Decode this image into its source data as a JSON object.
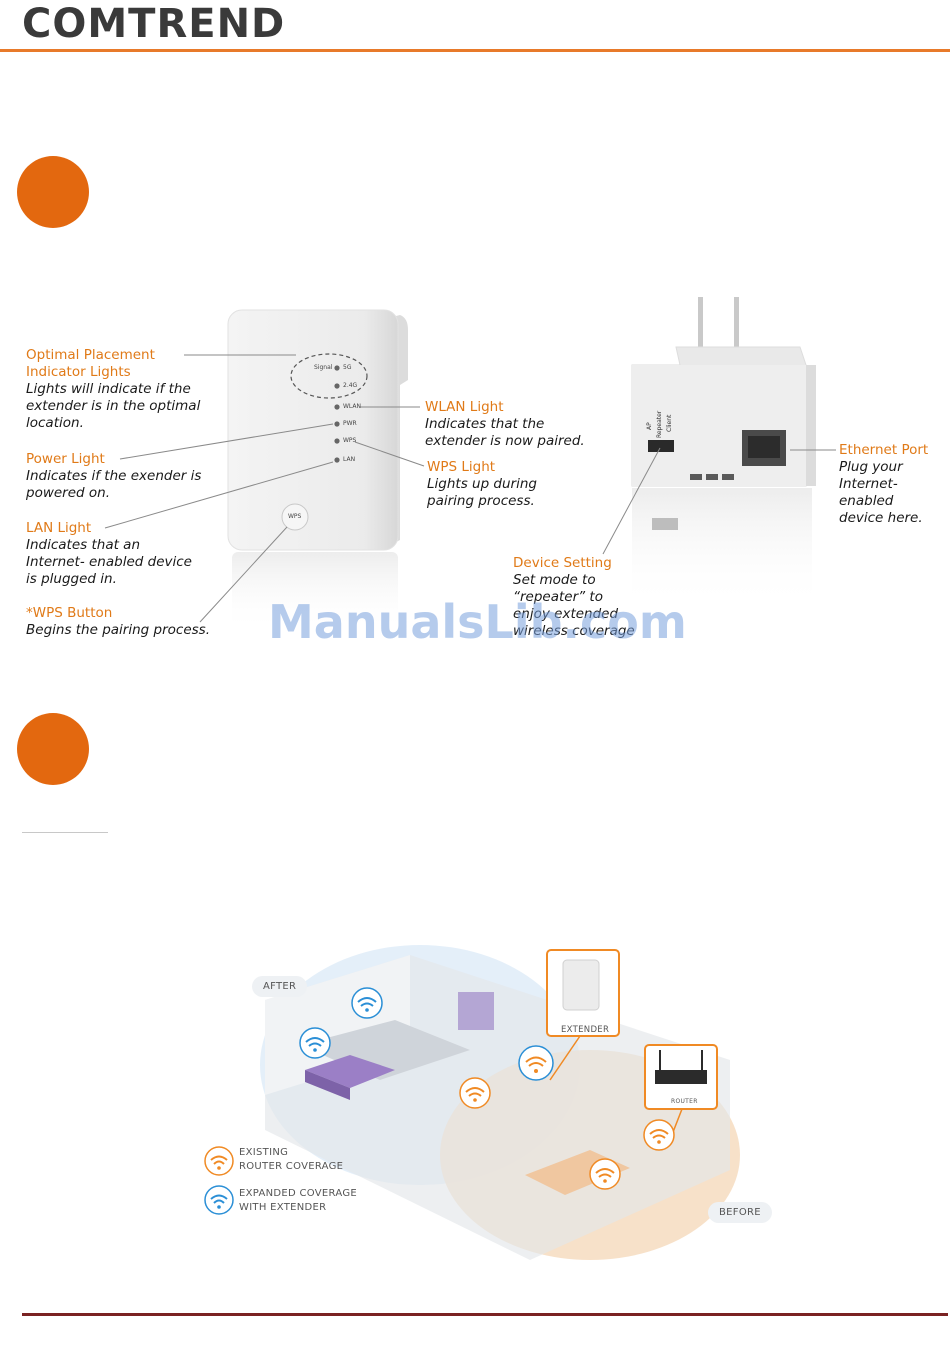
{
  "header": {
    "logo": "COMTREND"
  },
  "device_front": {
    "labels": {
      "signal": "Signal",
      "g5": "5G",
      "g24": "2.4G",
      "wlan": "WLAN",
      "pwr": "PWR",
      "wps": "WPS",
      "lan": "LAN",
      "wps_button": "WPS"
    },
    "callouts": {
      "optimal": {
        "title_1": "Optimal Placement",
        "title_2": "Indicator Lights",
        "desc_1": "Lights will indicate if the",
        "desc_2": "extender is in the optimal",
        "desc_3": "location."
      },
      "power": {
        "title": "Power Light",
        "desc_1": "Indicates if the exender is",
        "desc_2": "powered on."
      },
      "lan": {
        "title": "LAN Light",
        "desc_1": "Indicates that an",
        "desc_2": "Internet- enabled  device",
        "desc_3": "is plugged in."
      },
      "wps_button": {
        "title": "*WPS Button",
        "desc_1": "Begins the pairing process."
      },
      "wlan": {
        "title": "WLAN Light",
        "desc_1": "Indicates that the",
        "desc_2": "extender is now paired."
      },
      "wps_light": {
        "title": "WPS Light",
        "desc_1": "Lights up during",
        "desc_2": "pairing process."
      }
    }
  },
  "device_side": {
    "switch_labels": {
      "ap": "AP",
      "repeater": "Repeater",
      "client": "Client"
    },
    "callouts": {
      "ethernet": {
        "title": "Ethernet Port",
        "desc_1": "Plug your",
        "desc_2": "Internet-",
        "desc_3": "enabled",
        "desc_4": "device here."
      },
      "device_setting": {
        "title": "Device Setting",
        "desc_1": "Set mode to",
        "desc_2": "“repeater” to",
        "desc_3": "enjoy extended",
        "desc_4": "wireless coverage"
      }
    }
  },
  "watermark": "ManualsLib.com",
  "coverage": {
    "after": "AFTER",
    "before": "BEFORE",
    "extender": "EXTENDER",
    "router": "ROUTER",
    "existing_1": "EXISTING",
    "existing_2": "ROUTER COVERAGE",
    "expanded_1": "EXPANDED COVERAGE",
    "expanded_2": "WITH EXTENDER"
  },
  "colors": {
    "accent": "#e3680f",
    "callout_title": "#e07a18",
    "footer_rule": "#7a2222",
    "wifi_orange": "#f08a24",
    "wifi_blue": "#2b8fd6"
  },
  "icons": [
    "wifi-orange-icon",
    "wifi-blue-icon"
  ]
}
